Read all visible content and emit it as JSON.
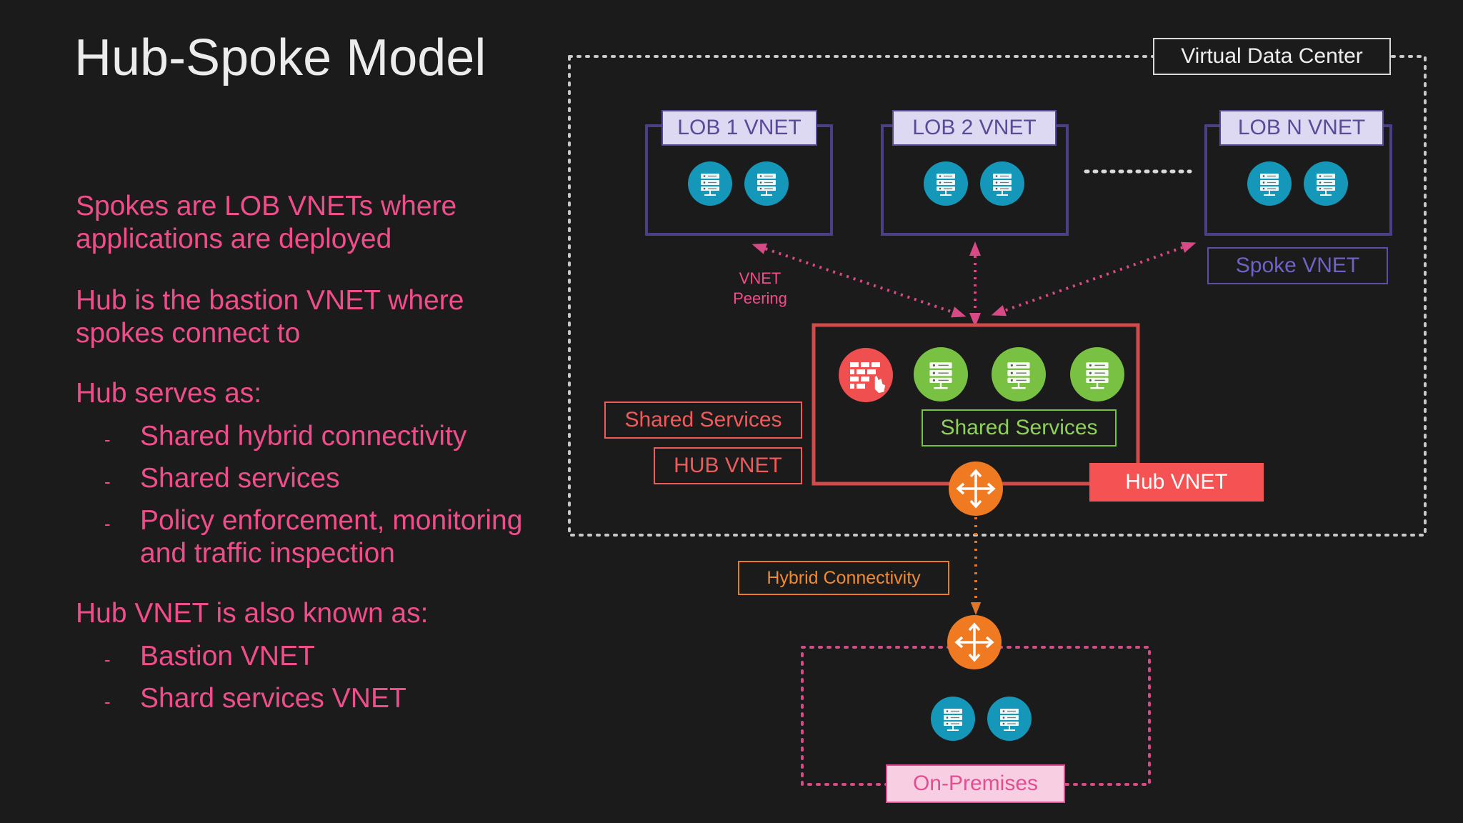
{
  "slide": {
    "title": "Hub-Spoke Model",
    "paragraphs": [
      {
        "line1": "Spokes are LOB VNETs where",
        "line2": "applications are deployed"
      },
      {
        "line1": "Hub is the bastion VNET where",
        "line2": "spokes connect to"
      }
    ],
    "hub_serves": {
      "heading": "Hub serves as:",
      "items": [
        {
          "dash": "-",
          "line1": "Shared hybrid connectivity",
          "line2": ""
        },
        {
          "dash": "-",
          "line1": "Shared services",
          "line2": ""
        },
        {
          "dash": "-",
          "line1": "Policy enforcement, monitoring",
          "line2": "and traffic inspection"
        }
      ]
    },
    "known_as": {
      "heading": "Hub VNET is also known as:",
      "items": [
        {
          "dash": "-",
          "text": "Bastion VNET"
        },
        {
          "dash": "-",
          "text": "Shard services VNET"
        }
      ]
    }
  },
  "diagram": {
    "vdc_label": "Virtual Data Center",
    "spokes": [
      {
        "label": "LOB 1 VNET",
        "icon": "server-icon"
      },
      {
        "label": "LOB 2 VNET",
        "icon": "server-icon"
      },
      {
        "label": "LOB N VNET",
        "icon": "server-icon"
      }
    ],
    "spoke_vnet_label": "Spoke VNET",
    "peering_label": {
      "line1": "VNET",
      "line2": "Peering"
    },
    "hub": {
      "shared_services_inner": "Shared Services",
      "shared_services_outer": "Shared Services",
      "hub_vnet_outline": "HUB VNET",
      "hub_vnet_badge": "Hub VNET",
      "firewall_icon": "firewall-icon",
      "server_icon": "server-icon",
      "gateway_icon": "gateway-router-icon"
    },
    "hybrid_label": "Hybrid Connectivity",
    "onprem_label": "On-Premises",
    "colors": {
      "background": "#1c1b1c",
      "pink_text": "#f04e8a",
      "spoke_purple": "#5a4a98",
      "server_teal": "#1497b8",
      "server_green": "#79c142",
      "firewall_red": "#ef4f4f",
      "hub_red": "#d24a4a",
      "router_orange": "#ef7a22"
    }
  }
}
